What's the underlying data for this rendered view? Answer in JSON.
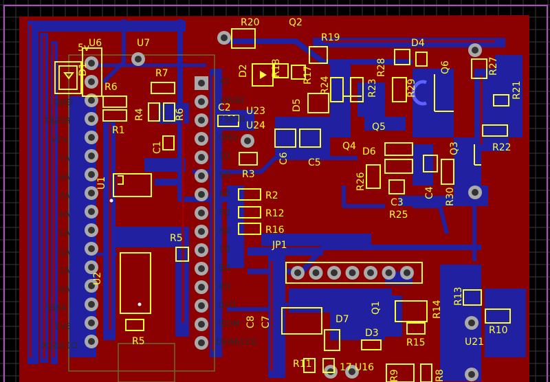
{
  "colors": {
    "background": "#000000",
    "grid": "#3a3a3a",
    "board_outline": "#b050c0",
    "copper_top": "#8b0000",
    "copper_bottom": "#2020a0",
    "silkscreen": "#ffff33",
    "pad": "#aaaaaa",
    "pad_hole": "#333333",
    "bottom_silk": "#2a2a2a"
  },
  "components": {
    "R20": "R20",
    "Q2": "Q2",
    "R19": "R19",
    "D4": "D4",
    "U6": "U6",
    "U7": "U7",
    "five_v": "5v",
    "D1": "D1",
    "R7": "R7",
    "R6a": "R6",
    "R6b": "R6",
    "R4": "R4",
    "R1": "R1",
    "D2": "D2",
    "R18": "R18",
    "R17": "R17",
    "R24": "R24",
    "R28": "R28",
    "Q6": "Q6",
    "R27": "R27",
    "R23": "R23",
    "R29": "R29",
    "R21": "R21",
    "D5": "D5",
    "U23": "U23",
    "U24": "U24",
    "C2": "C2",
    "C1": "C1",
    "Q5": "Q5",
    "Q4": "Q4",
    "C6": "C6",
    "C5": "C5",
    "D6": "D6",
    "Q3": "Q3",
    "R22": "R22",
    "R3": "R3",
    "U1": "U1",
    "R26": "R26",
    "C4": "C4",
    "R30": "R30",
    "C3": "C3",
    "R25": "R25",
    "R2": "R2",
    "R12": "R12",
    "R16": "R16",
    "R5a": "R5",
    "JP1": "JP1",
    "U2": "U2",
    "R13": "R13",
    "R14": "R14",
    "Q1": "Q1",
    "C8": "C8",
    "C7": "C7",
    "D7": "D7",
    "R10": "R10",
    "D3": "D3",
    "U21": "U21",
    "R15": "R15",
    "R5b": "R5",
    "R11": "R11",
    "U17": "17",
    "U16": "U16",
    "R9": "R9",
    "R8": "R8"
  },
  "left_header_pins": [
    "GND",
    "RESET",
    "+5V",
    "A7",
    "A6",
    "A5",
    "A4",
    "A3",
    "A2",
    "A1",
    "A0",
    "AREF",
    "3V3",
    "D13/SCK"
  ],
  "right_header_pins": [
    "TX",
    "D0/RX",
    "RESET",
    "GND",
    "D2",
    "D3",
    "D4",
    "D5",
    "D6",
    "D7",
    "D8",
    "D9",
    "D10",
    "MOSI",
    "D12/MISO"
  ]
}
